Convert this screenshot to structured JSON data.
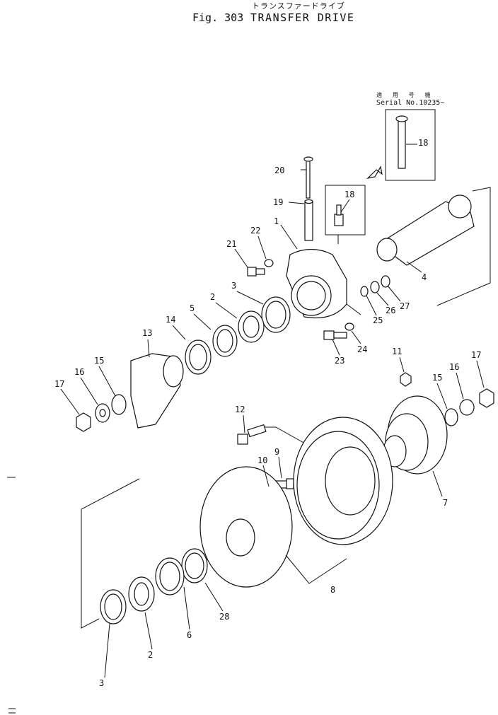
{
  "header": {
    "title_jp": "トランスファードライブ",
    "figure_number": "Fig. 303",
    "figure_name": "TRANSFER DRIVE"
  },
  "serial_note": {
    "label_jp": "適 用 号 機",
    "serial": "Serial No.10235~"
  },
  "callouts": [
    "1",
    "2",
    "2",
    "3",
    "3",
    "4",
    "5",
    "6",
    "7",
    "8",
    "9",
    "10",
    "11",
    "12",
    "13",
    "14",
    "15",
    "15",
    "16",
    "16",
    "17",
    "17",
    "18",
    "18",
    "19",
    "20",
    "21",
    "22",
    "23",
    "24",
    "25",
    "26",
    "27",
    "28"
  ]
}
